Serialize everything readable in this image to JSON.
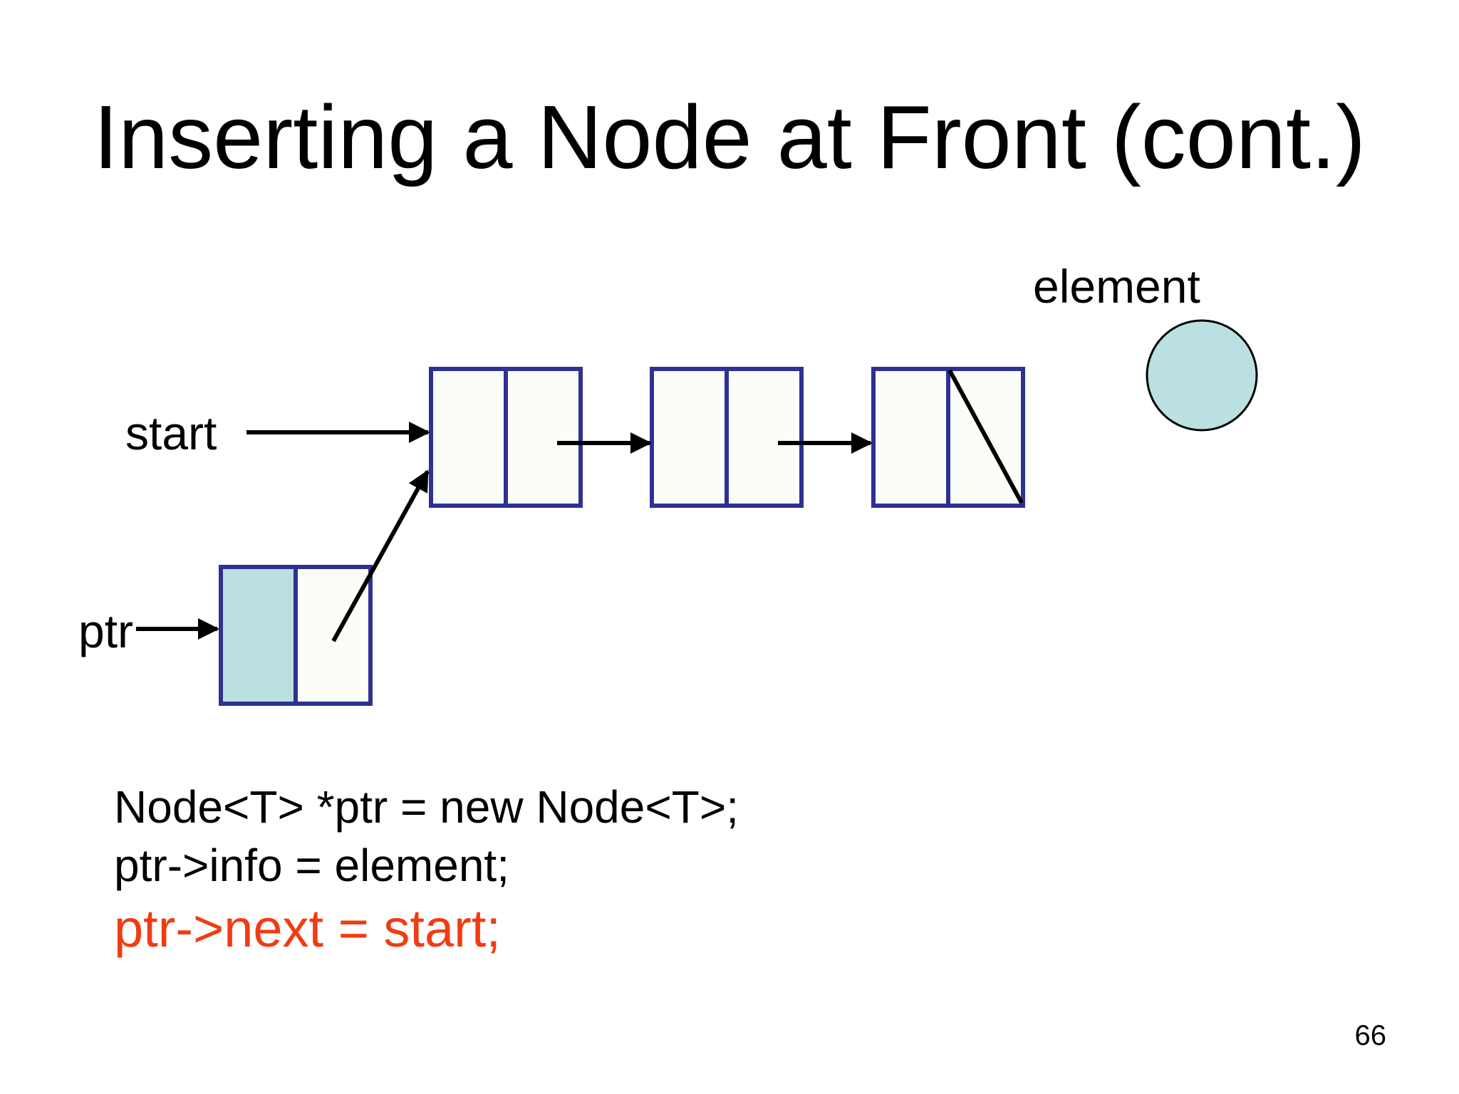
{
  "slide": {
    "title": "Inserting a Node at Front (cont.)",
    "page_number": "66"
  },
  "diagram": {
    "labels": {
      "element": "element",
      "start": "start",
      "ptr": "ptr"
    },
    "colors": {
      "node_border": "#2e3192",
      "node_fill": "#fbfdf9",
      "info_fill": "#bbe0e2",
      "element_fill": "#bbe0e2",
      "arrow": "#000000"
    }
  },
  "code": {
    "lines": [
      "Node<T> *ptr = new Node<T>;",
      "ptr->info = element;"
    ],
    "highlighted_line": "ptr->next = start;",
    "highlight_color": "#f03c13"
  }
}
